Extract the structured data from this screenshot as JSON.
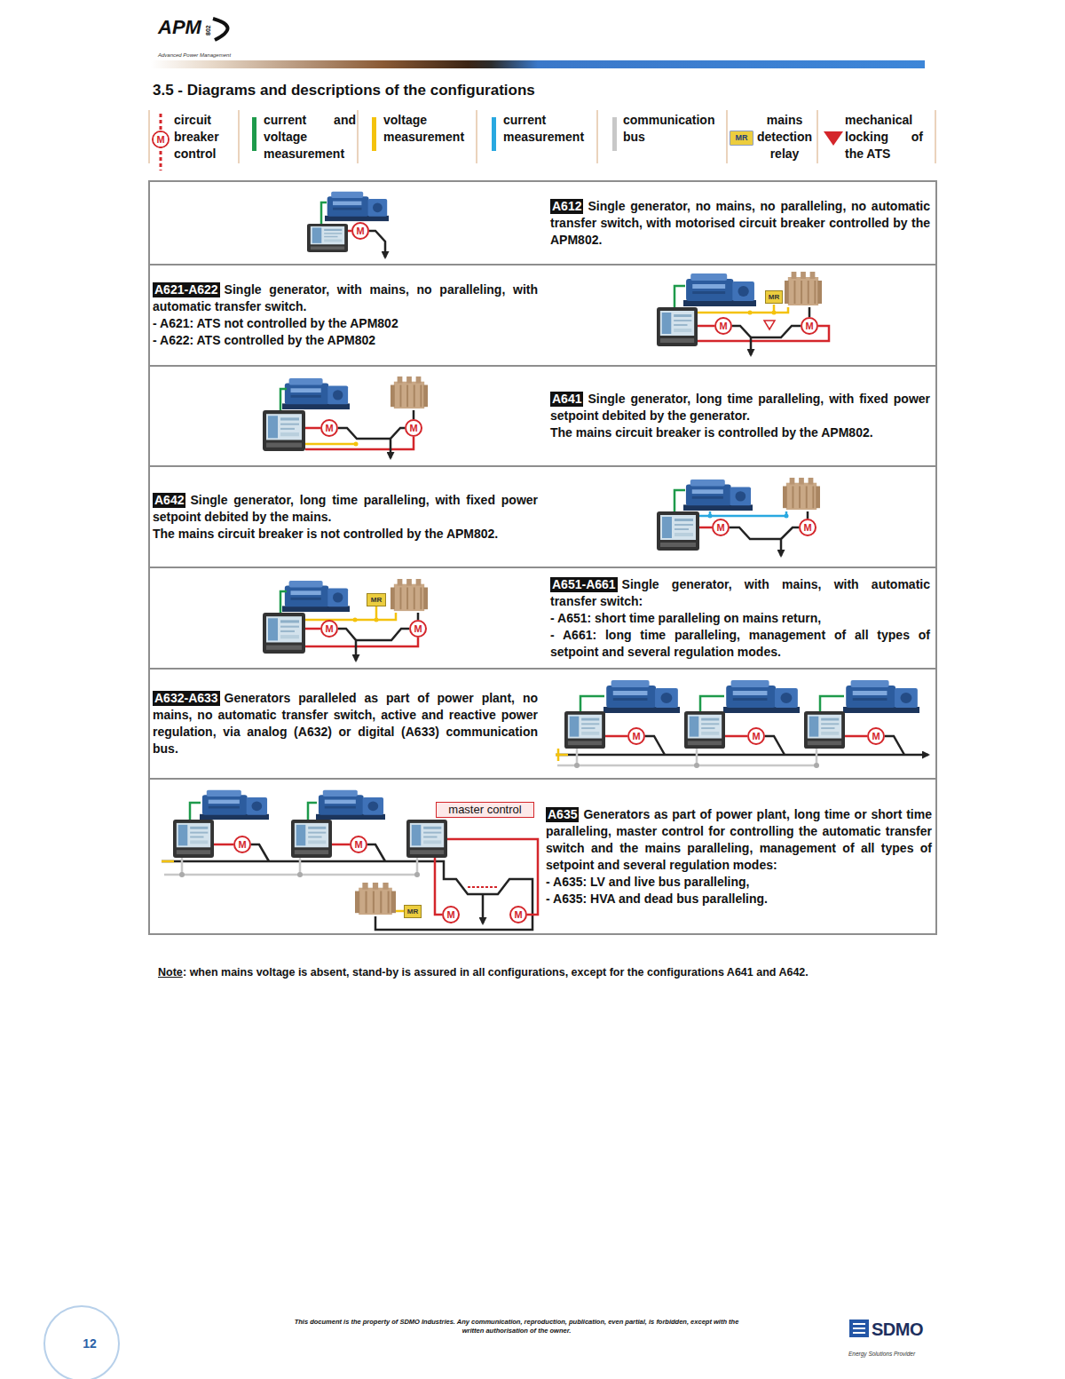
{
  "diagram": {
    "title": "3.5 - Diagrams and descriptions of the configurations",
    "nodes": [
      {
        "text": [
          "Single generator, no mains, no paralleling, no automatic transfer switch, with motorised circuit breaker controlled by the APM802."
        ]
      },
      {
        "text": [
          "A612"
        ],
        "in": 0
      },
      {
        "text": [
          "M"
        ],
        "in": 0
      },
      {
        "text": [
          "Single generator, with mains, no paralleling, with automatic transfer switch.",
          "- A621: ATS not controlled by the APM802",
          "- A622: ATS controlled by the APM802"
        ]
      },
      {
        "text": [
          "A621-A622"
        ],
        "in": 3
      },
      {
        "text": [
          "MR"
        ],
        "in": 3
      },
      {
        "text": [
          "M"
        ],
        "in": 3
      },
      {
        "text": [
          "M"
        ],
        "in": 3
      },
      {
        "text": [
          "Single generator, long time paralleling, with fixed power setpoint debited by the generator.",
          "The mains circuit breaker is controlled by the APM802."
        ]
      },
      {
        "text": [
          "A641"
        ],
        "in": 8
      },
      {
        "text": [
          "M"
        ],
        "in": 8
      },
      {
        "text": [
          "M"
        ],
        "in": 8
      },
      {
        "text": [
          "Single generator, long time paralleling, with fixed power setpoint debited by the mains.",
          "The mains circuit breaker is not controlled by the APM802."
        ]
      },
      {
        "text": [
          "A642"
        ],
        "in": 12
      },
      {
        "text": [
          "M"
        ],
        "in": 12
      },
      {
        "text": [
          "M"
        ],
        "in": 12
      },
      {
        "text": [
          "Single generator, with mains, with automatic transfer switch:",
          "- A651: short time paralleling on mains return,",
          "- A661: long time paralleling, management of all types of setpoint and several regulation modes."
        ]
      },
      {
        "text": [
          "A651-A661"
        ],
        "in": 16
      },
      {
        "text": [
          "MR"
        ],
        "in": 16
      },
      {
        "text": [
          "M"
        ],
        "in": 16
      },
      {
        "text": [
          "M"
        ],
        "in": 16
      },
      {
        "text": [
          "Generators paralleled as part of power plant, no mains, no automatic transfer switch, active and reactive power regulation, via analog (A632) or digital (A633) communication bus."
        ]
      },
      {
        "text": [
          "A632-A633"
        ],
        "in": 21
      },
      {
        "text": [
          "M"
        ],
        "in": 21
      },
      {
        "text": [
          "M"
        ],
        "in": 21
      },
      {
        "text": [
          "M"
        ],
        "in": 21
      },
      {
        "text": [
          "Generators as part of power plant, long time or short time paralleling, master control for controlling the automatic transfer switch and the mains paralleling, management of all types of setpoint and several regulation modes:",
          "- A635: LV and live bus paralleling,",
          "- A635: HVA and dead bus paralleling."
        ]
      },
      {
        "text": [
          "master control"
        ],
        "in": 26
      },
      {
        "text": [
          "A635"
        ],
        "in": 26
      },
      {
        "text": [
          "M"
        ],
        "in": 26
      },
      {
        "text": [
          "M"
        ],
        "in": 26
      },
      {
        "text": [
          "MR"
        ],
        "in": 26
      },
      {
        "text": [
          "M"
        ],
        "in": 26
      },
      {
        "text": [
          "M"
        ],
        "in": 26
      }
    ],
    "labels": [
      "APM",
      "802",
      "Advanced Power Management",
      "M",
      "MR",
      "Note",
      ": when mains voltage is absent, stand-by is assured in all configurations, except for the configurations A641 and A642.",
      "This document is the property of SDMO Industries. Any communication, reproduction, publication, even partial, is forbidden, except with the written authorisation of the owner.",
      "12",
      "SDMO",
      "Energy Solutions Provider"
    ],
    "legend": [
      {
        "text": "circuit breaker control"
      },
      {
        "text": "current and voltage measurement",
        "color": "#1e9a4b"
      },
      {
        "text": "voltage measurement",
        "color": "#f4c20d"
      },
      {
        "text": "current measurement",
        "color": "#29a8e0"
      },
      {
        "text": "communication bus",
        "color": "#c8c8c8"
      },
      {
        "text": "mains detection relay"
      },
      {
        "text": "mechanical locking of the ATS"
      }
    ]
  }
}
